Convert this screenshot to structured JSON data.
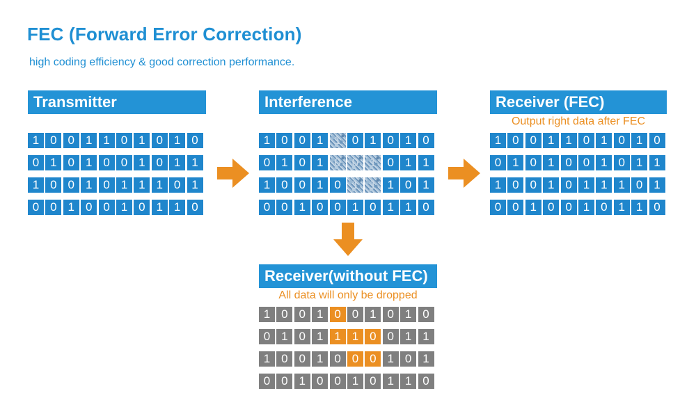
{
  "title": "FEC (Forward Error Correction)",
  "subtitle": "high coding efficiency & good correction performance.",
  "transmitter": {
    "label": "Transmitter",
    "rows": [
      [
        "1",
        "0",
        "0",
        "1",
        "1",
        "0",
        "1",
        "0",
        "1",
        "0"
      ],
      [
        "0",
        "1",
        "0",
        "1",
        "0",
        "0",
        "1",
        "0",
        "1",
        "1"
      ],
      [
        "1",
        "0",
        "0",
        "1",
        "0",
        "1",
        "1",
        "1",
        "0",
        "1"
      ],
      [
        "0",
        "0",
        "1",
        "0",
        "0",
        "1",
        "0",
        "1",
        "1",
        "0"
      ]
    ]
  },
  "interference": {
    "label": "Interference",
    "rows": [
      [
        "1",
        "0",
        "0",
        "1",
        "1",
        "0",
        "1",
        "0",
        "1",
        "0"
      ],
      [
        "0",
        "1",
        "0",
        "1",
        "0",
        "0",
        "1",
        "0",
        "1",
        "1"
      ],
      [
        "1",
        "0",
        "0",
        "1",
        "0",
        "1",
        "1",
        "1",
        "0",
        "1"
      ],
      [
        "0",
        "0",
        "1",
        "0",
        "0",
        "1",
        "0",
        "1",
        "1",
        "0"
      ]
    ],
    "noise_cells": [
      [
        0,
        4
      ],
      [
        1,
        4
      ],
      [
        1,
        5
      ],
      [
        1,
        6
      ],
      [
        2,
        5
      ],
      [
        2,
        6
      ]
    ]
  },
  "receiver_fec": {
    "label": "Receiver (FEC)",
    "note": "Output right data after FEC",
    "rows": [
      [
        "1",
        "0",
        "0",
        "1",
        "1",
        "0",
        "1",
        "0",
        "1",
        "0"
      ],
      [
        "0",
        "1",
        "0",
        "1",
        "0",
        "0",
        "1",
        "0",
        "1",
        "1"
      ],
      [
        "1",
        "0",
        "0",
        "1",
        "0",
        "1",
        "1",
        "1",
        "0",
        "1"
      ],
      [
        "0",
        "0",
        "1",
        "0",
        "0",
        "1",
        "0",
        "1",
        "1",
        "0"
      ]
    ]
  },
  "receiver_no_fec": {
    "label": "Receiver(without FEC)",
    "note": "All data will only be dropped",
    "rows": [
      [
        "1",
        "0",
        "0",
        "1",
        "0",
        "0",
        "1",
        "0",
        "1",
        "0"
      ],
      [
        "0",
        "1",
        "0",
        "1",
        "1",
        "1",
        "0",
        "0",
        "1",
        "1"
      ],
      [
        "1",
        "0",
        "0",
        "1",
        "0",
        "0",
        "0",
        "1",
        "0",
        "1"
      ],
      [
        "0",
        "0",
        "1",
        "0",
        "0",
        "1",
        "0",
        "1",
        "1",
        "0"
      ]
    ],
    "error_cells": [
      [
        0,
        4
      ],
      [
        1,
        4
      ],
      [
        1,
        5
      ],
      [
        1,
        6
      ],
      [
        2,
        5
      ],
      [
        2,
        6
      ]
    ]
  },
  "colors": {
    "blue": "#2393d6",
    "orange": "#eb8f22",
    "gray": "#7f7f7f"
  }
}
